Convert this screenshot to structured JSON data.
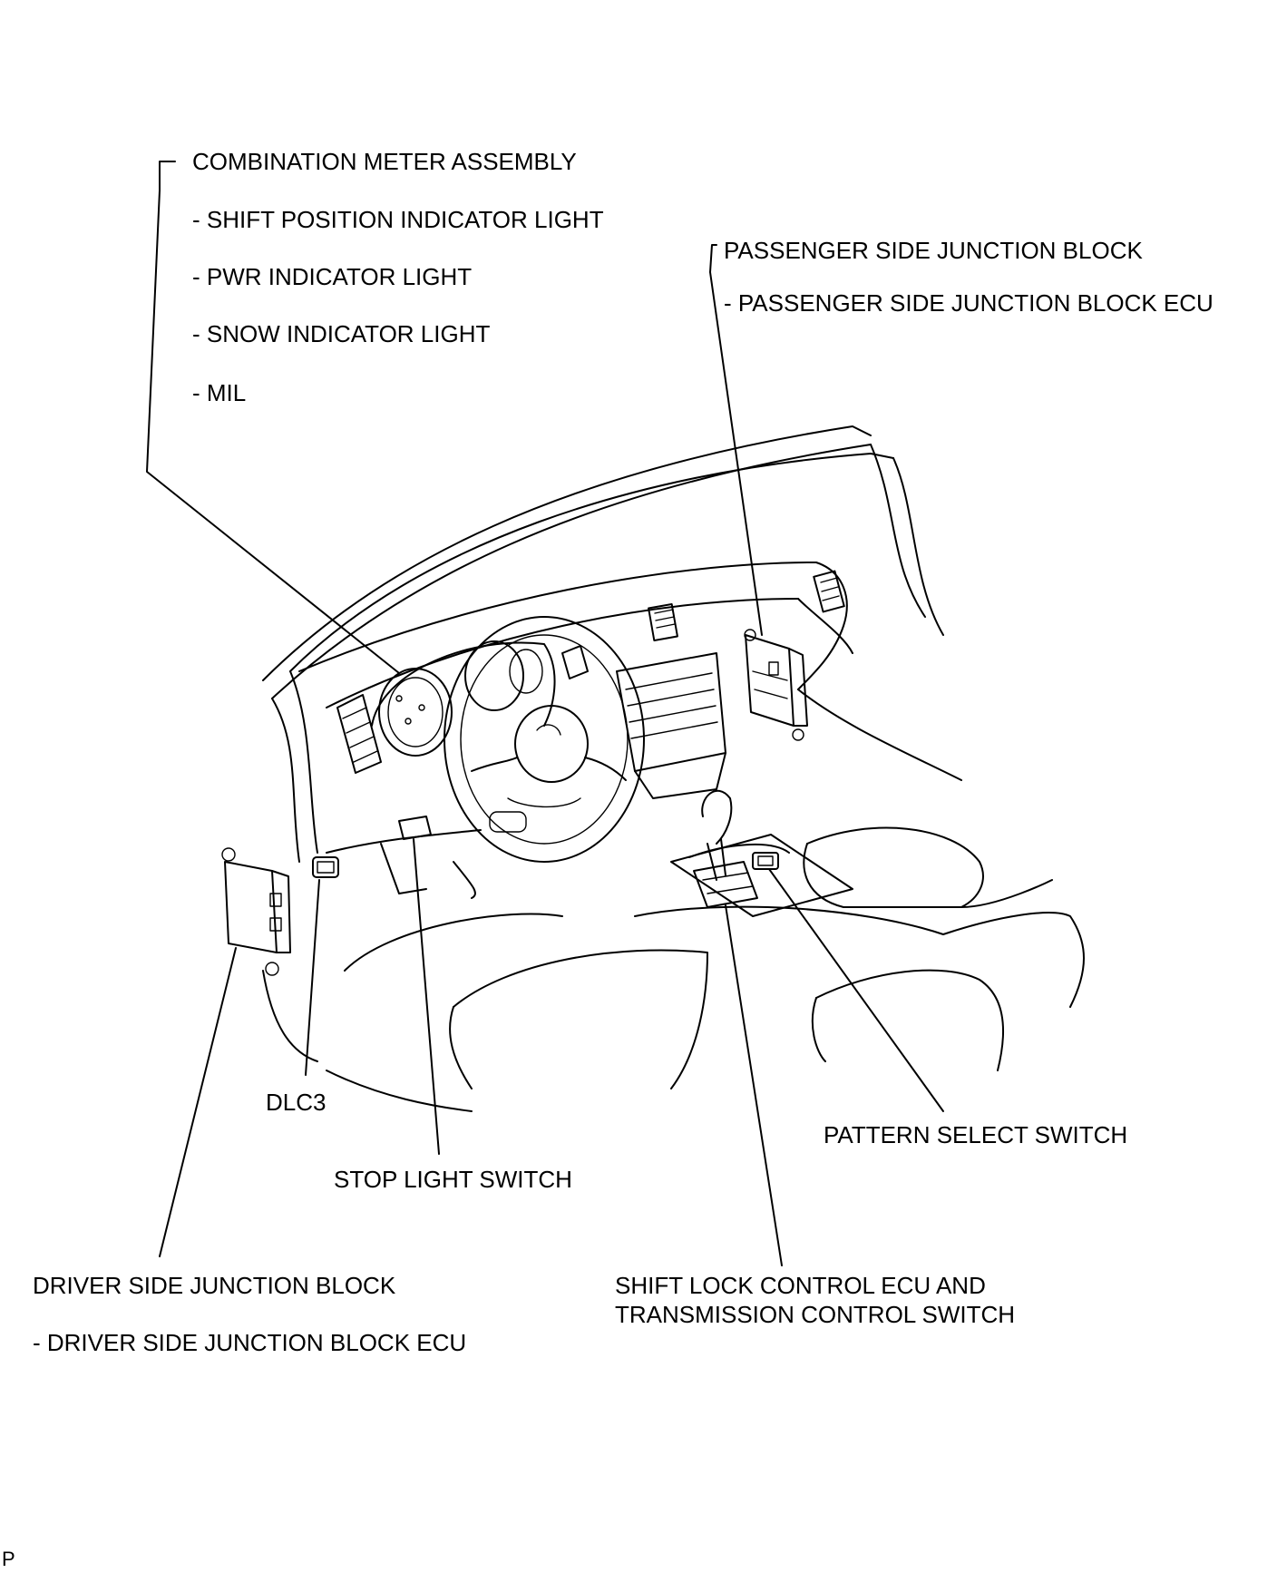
{
  "labels": {
    "combination_meter": {
      "title": "COMBINATION METER ASSEMBLY",
      "items": [
        "- SHIFT POSITION INDICATOR LIGHT",
        "- PWR INDICATOR LIGHT",
        "- SNOW INDICATOR LIGHT",
        "- MIL"
      ]
    },
    "passenger_jb": {
      "title": "PASSENGER SIDE JUNCTION BLOCK",
      "items": [
        "- PASSENGER SIDE JUNCTION BLOCK ECU"
      ]
    },
    "dlc3": "DLC3",
    "stop_light_switch": "STOP LIGHT SWITCH",
    "pattern_select_switch": "PATTERN SELECT SWITCH",
    "driver_jb": {
      "title": "DRIVER SIDE JUNCTION BLOCK",
      "items": [
        "- DRIVER SIDE JUNCTION BLOCK ECU"
      ]
    },
    "shift_lock": {
      "line1": "SHIFT LOCK CONTROL ECU AND",
      "line2": "TRANSMISSION CONTROL SWITCH"
    }
  },
  "footer_code": "P"
}
